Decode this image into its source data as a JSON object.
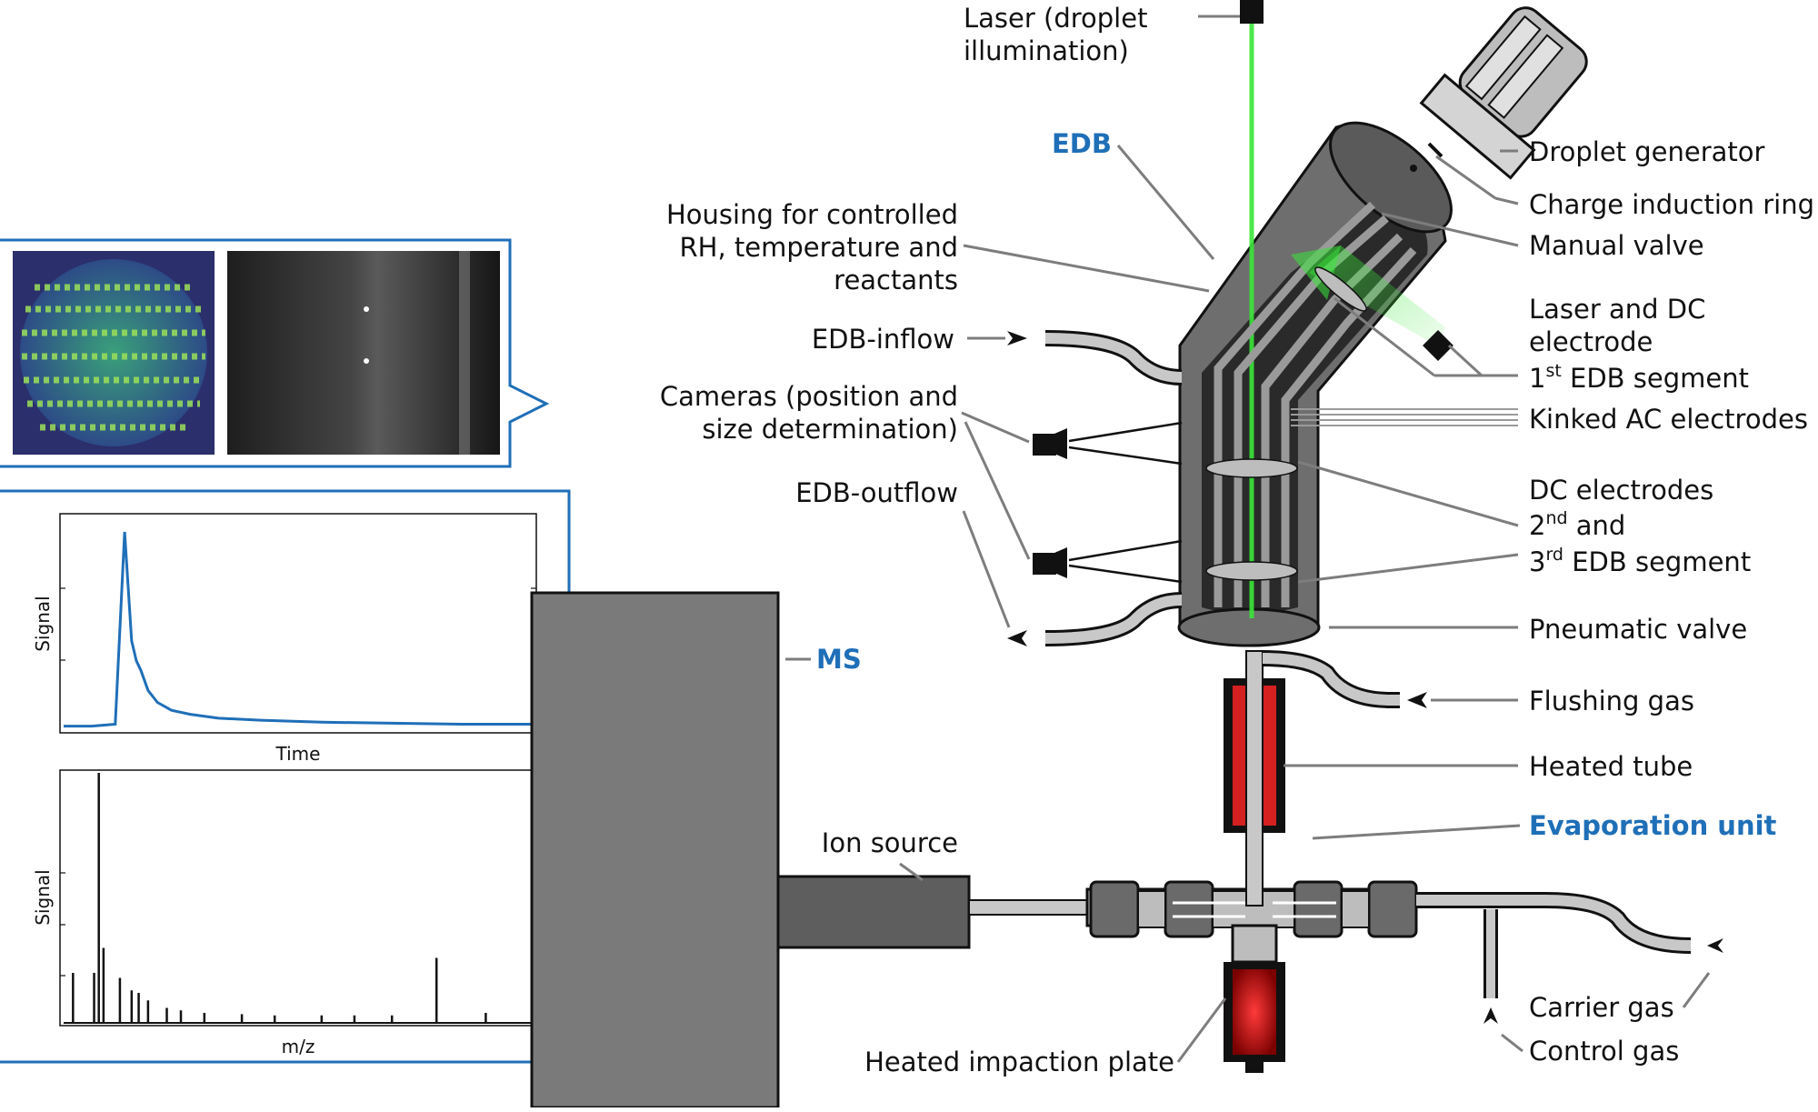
{
  "labels": {
    "laser_illum": [
      "Laser (droplet",
      "illumination)"
    ],
    "droplet_generator": "Droplet generator",
    "charge_ring": "Charge induction ring",
    "manual_valve": "Manual valve",
    "laser_dc": [
      "Laser and DC",
      "electrode"
    ],
    "first_segment": {
      "num": "1",
      "sup": "st",
      "rest": " EDB segment"
    },
    "kinked_ac": "Kinked AC electrodes",
    "dc_electrodes": "DC electrodes",
    "second": {
      "num": "2",
      "sup": "nd",
      "rest": " and"
    },
    "third": {
      "num": "3",
      "sup": "rd",
      "rest": " EDB segment"
    },
    "pneumatic_valve": "Pneumatic valve",
    "flushing_gas": "Flushing gas",
    "heated_tube": "Heated tube",
    "evaporation_unit": "Evaporation unit",
    "carrier_gas": "Carrier gas",
    "control_gas": "Control gas",
    "heated_plate": "Heated impaction plate",
    "ion_source": "Ion source",
    "ms": "MS",
    "edb": "EDB",
    "housing": [
      "Housing for controlled",
      "RH, temperature and",
      "reactants"
    ],
    "edb_inflow": "EDB-inflow",
    "cameras": [
      "Cameras (position and",
      "size determination)"
    ],
    "edb_outflow": "EDB-outflow"
  },
  "colors": {
    "accent_blue": "#1f6fb8",
    "laser_green": "#39e639",
    "heater_red": "#d42020",
    "housing_gray": "#6e6e6e",
    "ms_gray": "#7a7a7a"
  },
  "chart_data": [
    {
      "type": "line",
      "title": "",
      "xlabel": "Time",
      "ylabel": "Signal",
      "color": "#1f6fb8",
      "x": [
        0,
        0.06,
        0.11,
        0.13,
        0.145,
        0.155,
        0.165,
        0.18,
        0.2,
        0.23,
        0.27,
        0.33,
        0.42,
        0.55,
        0.7,
        0.85,
        1.0
      ],
      "y": [
        0.02,
        0.02,
        0.03,
        1.0,
        0.45,
        0.35,
        0.3,
        0.2,
        0.14,
        0.1,
        0.08,
        0.06,
        0.05,
        0.04,
        0.035,
        0.03,
        0.03
      ]
    },
    {
      "type": "line",
      "title": "",
      "xlabel": "m/z",
      "ylabel": "Signal",
      "color": "#111111",
      "peaks": [
        [
          0.02,
          0.2
        ],
        [
          0.065,
          0.2
        ],
        [
          0.075,
          1.0
        ],
        [
          0.085,
          0.3
        ],
        [
          0.12,
          0.18
        ],
        [
          0.145,
          0.13
        ],
        [
          0.16,
          0.12
        ],
        [
          0.18,
          0.09
        ],
        [
          0.22,
          0.06
        ],
        [
          0.25,
          0.05
        ],
        [
          0.3,
          0.04
        ],
        [
          0.38,
          0.035
        ],
        [
          0.45,
          0.03
        ],
        [
          0.55,
          0.03
        ],
        [
          0.62,
          0.03
        ],
        [
          0.7,
          0.03
        ],
        [
          0.795,
          0.26
        ],
        [
          0.9,
          0.04
        ]
      ]
    }
  ]
}
